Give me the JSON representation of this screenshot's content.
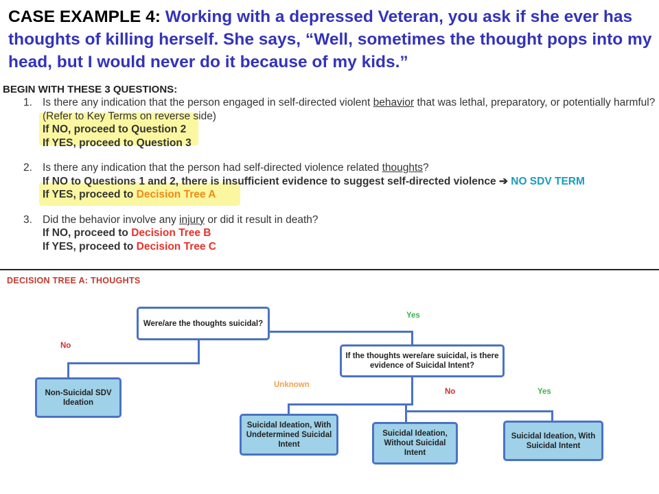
{
  "case": {
    "lead": "CASE EXAMPLE 4:",
    "text": " Working with a depressed Veteran, you ask if she ever has thoughts of killing herself. She says, “Well, sometimes the thought pops into my head, but I would never do it because of my kids.”"
  },
  "questions": {
    "heading": "BEGIN WITH THESE 3 QUESTIONS:",
    "q1": {
      "num": "1.",
      "pre": "Is there any indication that the person engaged in self-directed violent ",
      "term": "behavior",
      "post": " that was lethal, preparatory, or potentially harmful?",
      "note": "(Refer to Key Terms on reverse side)",
      "no": "If NO, proceed to Question 2",
      "yes": "If YES, proceed to Question 3"
    },
    "q2": {
      "num": "2.",
      "pre": "Is there any indication that the person had self-directed violence related ",
      "term": "thoughts",
      "post": "?",
      "no": "If NO to Questions 1 and 2, there is insufficient evidence to suggest self-directed violence ",
      "arrow": "➔",
      "no_result": " NO SDV TERM",
      "yes_pre": "If YES, proceed to ",
      "yes_target": "Decision Tree A"
    },
    "q3": {
      "num": "3.",
      "pre": "Did the behavior involve any ",
      "term": "injury",
      "post": " or did it result in death?",
      "no_pre": "If NO, proceed to ",
      "no_target": "Decision Tree B",
      "yes_pre": "If YES, proceed to ",
      "yes_target": "Decision Tree C"
    }
  },
  "tree": {
    "title": "DECISION TREE A: THOUGHTS",
    "root": "Were/are the thoughts suicidal?",
    "intent_question": "If the thoughts were/are suicidal, is there evidence of Suicidal Intent?",
    "non_suicidal": "Non-Suicidal SDV Ideation",
    "undetermined": "Suicidal Ideation, With Undetermined Suicidal Intent",
    "without": "Suicidal Ideation, Without Suicidal Intent",
    "with": "Suicidal Ideation, With Suicidal Intent",
    "labels": {
      "yes1": "Yes",
      "no1": "No",
      "unknown": "Unknown",
      "no2": "No",
      "yes2": "Yes"
    }
  },
  "colors": {
    "box_border": "#4a72c4",
    "box_fill": "#9fd1e8",
    "highlight": "#fbf7a0",
    "title_blue": "#3333bb"
  }
}
